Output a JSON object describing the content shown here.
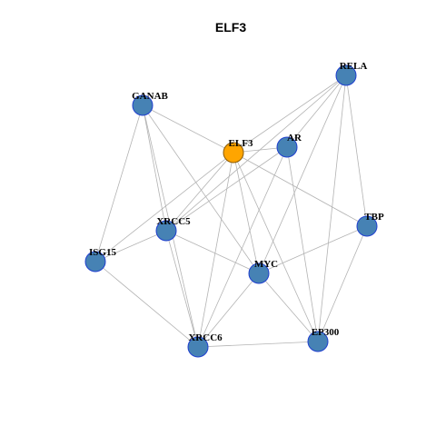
{
  "title": "ELF3",
  "colors": {
    "node_fill": "#4682b4",
    "node_stroke": "#1f3fcf",
    "highlight_fill": "#ffa500",
    "highlight_stroke": "#8a5a00",
    "edge": "#b3b3b3"
  },
  "nodes": [
    {
      "id": "ELF3",
      "label": "ELF3",
      "highlight": true
    },
    {
      "id": "RELA",
      "label": "RELA",
      "highlight": false
    },
    {
      "id": "GANAB",
      "label": "GANAB",
      "highlight": false
    },
    {
      "id": "AR",
      "label": "AR",
      "highlight": false
    },
    {
      "id": "XRCC5",
      "label": "XRCC5",
      "highlight": false
    },
    {
      "id": "TBP",
      "label": "TBP",
      "highlight": false
    },
    {
      "id": "ISG15",
      "label": "ISG15",
      "highlight": false
    },
    {
      "id": "MYC",
      "label": "MYC",
      "highlight": false
    },
    {
      "id": "EP300",
      "label": "EP300",
      "highlight": false
    },
    {
      "id": "XRCC6",
      "label": "XRCC6",
      "highlight": false
    }
  ],
  "edges": [
    [
      "GANAB",
      "ELF3"
    ],
    [
      "GANAB",
      "XRCC5"
    ],
    [
      "GANAB",
      "XRCC6"
    ],
    [
      "GANAB",
      "ISG15"
    ],
    [
      "GANAB",
      "MYC"
    ],
    [
      "RELA",
      "ELF3"
    ],
    [
      "RELA",
      "AR"
    ],
    [
      "RELA",
      "TBP"
    ],
    [
      "RELA",
      "MYC"
    ],
    [
      "RELA",
      "EP300"
    ],
    [
      "RELA",
      "XRCC5"
    ],
    [
      "ELF3",
      "AR"
    ],
    [
      "ELF3",
      "XRCC5"
    ],
    [
      "ELF3",
      "XRCC6"
    ],
    [
      "ELF3",
      "TBP"
    ],
    [
      "ELF3",
      "MYC"
    ],
    [
      "ELF3",
      "EP300"
    ],
    [
      "ELF3",
      "ISG15"
    ],
    [
      "AR",
      "XRCC5"
    ],
    [
      "AR",
      "XRCC6"
    ],
    [
      "AR",
      "EP300"
    ],
    [
      "XRCC5",
      "ISG15"
    ],
    [
      "XRCC5",
      "MYC"
    ],
    [
      "XRCC5",
      "XRCC6"
    ],
    [
      "TBP",
      "MYC"
    ],
    [
      "TBP",
      "EP300"
    ],
    [
      "ISG15",
      "XRCC6"
    ],
    [
      "MYC",
      "XRCC6"
    ],
    [
      "MYC",
      "EP300"
    ],
    [
      "XRCC6",
      "EP300"
    ]
  ]
}
